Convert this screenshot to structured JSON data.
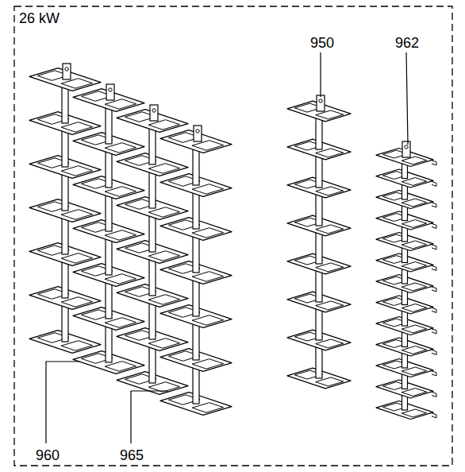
{
  "diagram": {
    "labels": [
      "26 kW",
      "950",
      "962",
      "960",
      "965"
    ]
  }
}
